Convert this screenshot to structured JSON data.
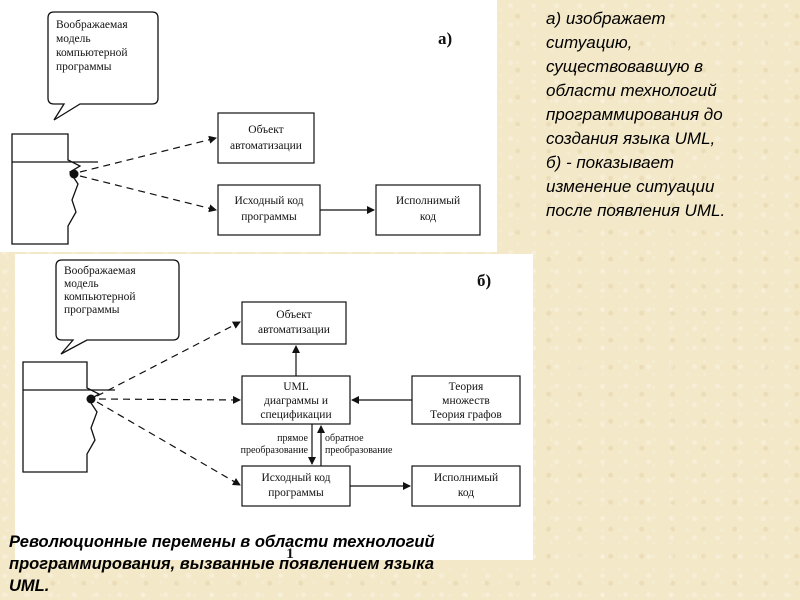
{
  "panel_a": {
    "letter": "а)",
    "bubble": [
      "Воображаемая",
      "модель",
      "компьютерной",
      "программы"
    ],
    "box_object": [
      "Объект",
      "автоматизации"
    ],
    "box_source": [
      "Исходный код",
      "программы"
    ],
    "box_exec": [
      "Исполнимый",
      "код"
    ]
  },
  "panel_b": {
    "letter": "б)",
    "bubble": [
      "Воображаемая",
      "модель",
      "компьютерной",
      "программы"
    ],
    "box_object": [
      "Объект",
      "автоматизации"
    ],
    "box_uml": [
      "UML",
      "диаграммы и",
      "спецификации"
    ],
    "box_theory": [
      "Теория",
      "множеств",
      "Теория графов"
    ],
    "box_source": [
      "Исходный код",
      "программы"
    ],
    "box_exec": [
      "Исполнимый",
      "код"
    ],
    "forward": [
      "прямое",
      "преобразование"
    ],
    "reverse": [
      "обратное",
      "преобразование"
    ],
    "number": "1"
  },
  "caption_right": [
    "а) изображает",
    "ситуацию,",
    "существовавшую в",
    "области технологий",
    "программирования  до",
    "создания языка UML,",
    "б) - показывает",
    "изменение ситуации",
    "после появления UML."
  ],
  "caption_bottom": [
    "Революционные перемены в области технологий",
    "программирования, вызванные появлением языка",
    "UML."
  ],
  "colors": {
    "background": "#f3e8c8",
    "panel": "#ffffff",
    "ink": "#111111"
  }
}
